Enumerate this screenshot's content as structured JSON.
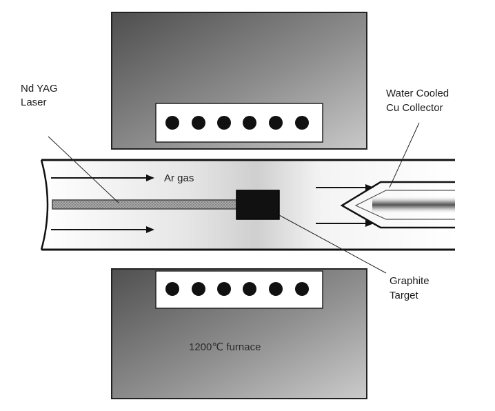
{
  "labels": {
    "laser_line1": "Nd YAG",
    "laser_line2": "Laser",
    "collector_line1": "Water Cooled",
    "collector_line2": "Cu Collector",
    "gas": "Ar gas",
    "target_line1": "Graphite",
    "target_line2": "Target",
    "furnace": "1200℃ furnace"
  },
  "colors": {
    "furnace_dark": "#555555",
    "furnace_light": "#c4c4c4",
    "tube_fill": "#f4f4f4",
    "target": "#111111",
    "beam": "#9a9a9a"
  },
  "heater_elements": {
    "top_count": 6,
    "bottom_count": 6
  }
}
